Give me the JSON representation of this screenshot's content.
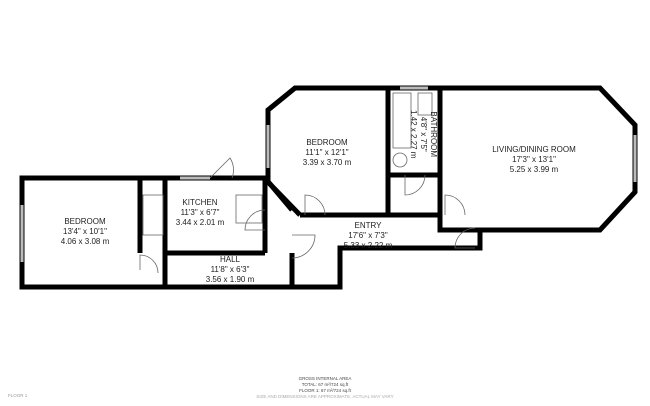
{
  "rooms": [
    {
      "name": "BEDROOM",
      "imperial": "13'4\" x 10'1\"",
      "metric": "4.06 x 3.08 m"
    },
    {
      "name": "KITCHEN",
      "imperial": "11'3\" x 6'7\"",
      "metric": "3.44 x 2.01 m"
    },
    {
      "name": "HALL",
      "imperial": "11'8\" x 6'3\"",
      "metric": "3.56 x 1.90 m"
    },
    {
      "name": "BEDROOM",
      "imperial": "11'1\" x 12'1\"",
      "metric": "3.39 x 3.70 m"
    },
    {
      "name": "BATHROOM",
      "imperial": "4'8\" x 7'5\"",
      "metric": "1.42 x 2.27 m"
    },
    {
      "name": "LIVING/DINING ROOM",
      "imperial": "17'3\" x 13'1\"",
      "metric": "5.25 x 3.99 m"
    },
    {
      "name": "ENTRY",
      "imperial": "17'6\" x 7'3\"",
      "metric": "5.33 x 2.22 m"
    }
  ],
  "footer": {
    "title": "GROSS INTERNAL AREA",
    "total": "TOTAL: 67 m²/724 sq.ft",
    "floor": "FLOOR 1: 67 m²/724 sq.ft",
    "disclaimer": "SIZE AND DIMENSIONS ARE APPROXIMATE, ACTUAL MAY VARY"
  },
  "floor_label": "FLOOR 1",
  "colors": {
    "wall": "#000000",
    "window": "#bbbbbb"
  }
}
